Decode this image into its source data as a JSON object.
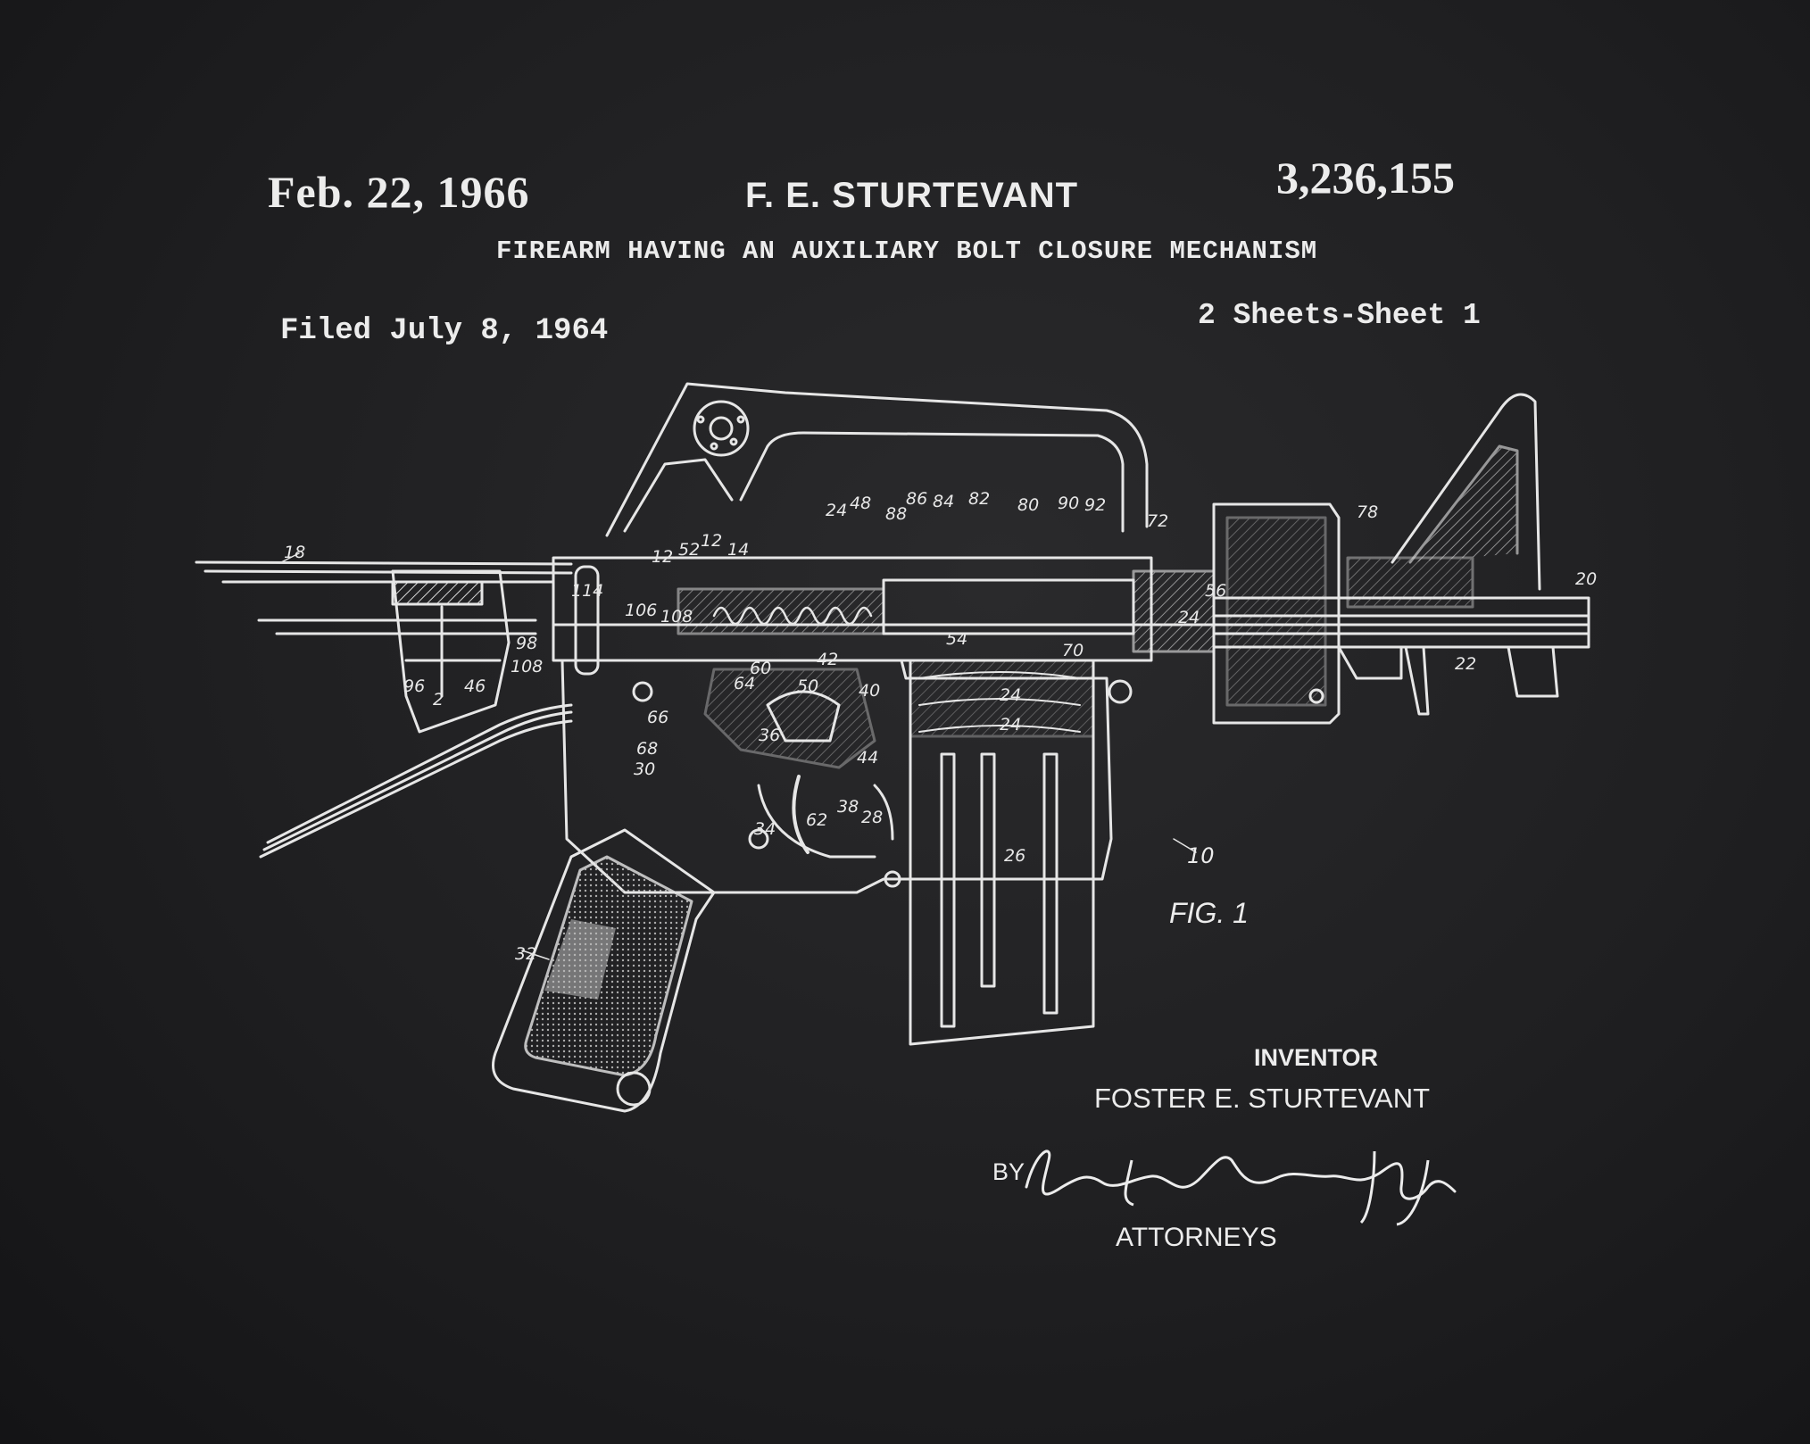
{
  "header": {
    "date": "Feb. 22, 1966",
    "inventor_short": "F. E. STURTEVANT",
    "patent_number": "3,236,155",
    "title": "FIREARM HAVING AN AUXILIARY BOLT CLOSURE MECHANISM",
    "filed": "Filed July 8, 1964",
    "sheets": "2 Sheets-Sheet 1"
  },
  "figure": {
    "label": "FIG. 1",
    "reference": "10",
    "part_numbers": [
      "18",
      "114",
      "106",
      "108",
      "98",
      "96",
      "2",
      "46",
      "12",
      "52",
      "12",
      "14",
      "24",
      "48",
      "88",
      "86",
      "84",
      "82",
      "80",
      "90",
      "92",
      "72",
      "78",
      "20",
      "56",
      "24",
      "54",
      "22",
      "60",
      "64",
      "66",
      "68",
      "30",
      "50",
      "36",
      "40",
      "44",
      "42",
      "38",
      "28",
      "62",
      "34",
      "32",
      "24",
      "24",
      "26",
      "70"
    ]
  },
  "footer": {
    "inventor_label": "INVENTOR",
    "inventor_name": "FOSTER  E. STURTEVANT",
    "by_label": "BY",
    "signature_text": "Lindsey, Prutzman and Hayes",
    "attorneys_label": "ATTORNEYS"
  },
  "colors": {
    "background": "#1d1d1f",
    "ink": "#ececec"
  }
}
